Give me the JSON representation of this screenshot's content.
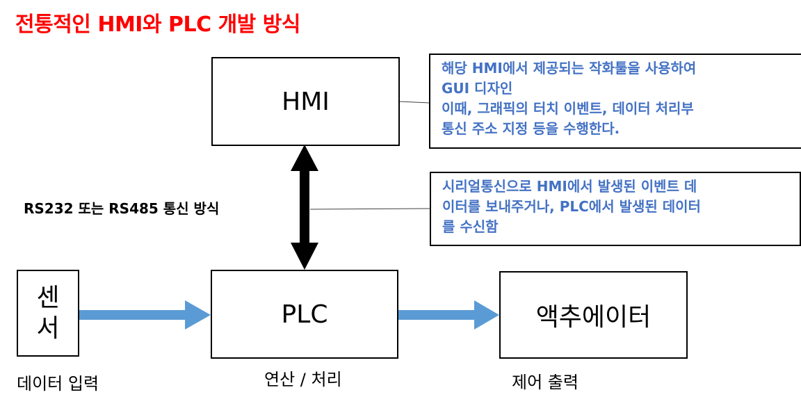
{
  "title": "전통적인 HMI와 PLC 개발 방식",
  "nodes": {
    "hmi": "HMI",
    "plc": "PLC",
    "sensor": [
      "센",
      "서"
    ],
    "actuator": "액추에이터"
  },
  "notes": {
    "hmi_note": [
      "해당 HMI에서 제공되는 작화툴을 사용하여",
      "GUI 디자인",
      "이때, 그래픽의 터치 이벤트, 데이터 처리부",
      "통신 주소 지정 등을 수행한다."
    ],
    "comm_note": [
      "시리얼통신으로 HMI에서 발생된 이벤트 데",
      "이터를 보내주거나, PLC에서 발생된 데이터",
      "를 수신함"
    ]
  },
  "labels": {
    "comm_method": "RS232 또는 RS485 통신 방식",
    "data_input": "데이터 입력",
    "compute": "연산 / 처리",
    "control_output": "제어 출력"
  },
  "colors": {
    "title": "#ff0000",
    "note_text": "#4472c4",
    "flow_arrow": "#5b9bd5",
    "comm_arrow": "#000000"
  }
}
